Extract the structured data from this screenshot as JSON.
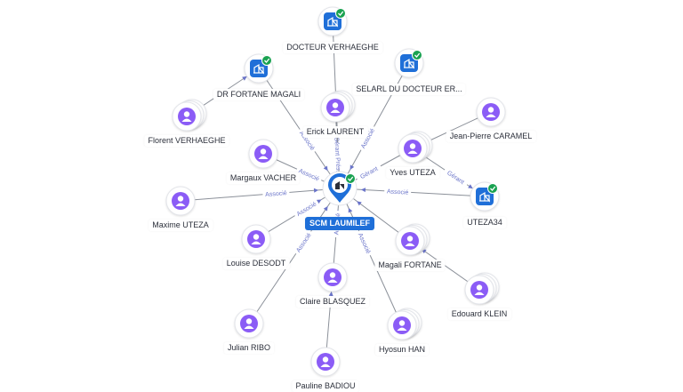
{
  "graph": {
    "center": {
      "id": "c",
      "label": "SCM LAUMILEF",
      "kind": "company",
      "verified": true
    },
    "nodes": [
      {
        "id": "n1",
        "label": "DOCTEUR VERHAEGHE",
        "kind": "company",
        "verified": true
      },
      {
        "id": "n2",
        "label": "DR FORTANE MAGALI",
        "kind": "company",
        "verified": true
      },
      {
        "id": "n3",
        "label": "SELARL DU DOCTEUR ER...",
        "kind": "company",
        "verified": true
      },
      {
        "id": "n4",
        "label": "Erick LAURENT",
        "kind": "person",
        "stack": 3
      },
      {
        "id": "n5",
        "label": "Florent VERHAEGHE",
        "kind": "person",
        "stack": 3
      },
      {
        "id": "n6",
        "label": "Jean-Pierre CARAMEL",
        "kind": "person",
        "stack": 1
      },
      {
        "id": "n7",
        "label": "Margaux VACHER",
        "kind": "person",
        "stack": 1
      },
      {
        "id": "n8",
        "label": "Yves UTEZA",
        "kind": "person",
        "stack": 3
      },
      {
        "id": "n9",
        "label": "Maxime UTEZA",
        "kind": "person",
        "stack": 1
      },
      {
        "id": "n10",
        "label": "UTEZA34",
        "kind": "company",
        "verified": true
      },
      {
        "id": "n11",
        "label": "Louise DESODT",
        "kind": "person",
        "stack": 1
      },
      {
        "id": "n12",
        "label": "Magali FORTANE",
        "kind": "person",
        "stack": 3
      },
      {
        "id": "n13",
        "label": "Claire BLASQUEZ",
        "kind": "person",
        "stack": 1
      },
      {
        "id": "n14",
        "label": "Edouard KLEIN",
        "kind": "person",
        "stack": 3
      },
      {
        "id": "n15",
        "label": "Julian RIBO",
        "kind": "person",
        "stack": 1
      },
      {
        "id": "n16",
        "label": "Hyosun HAN",
        "kind": "person",
        "stack": 3
      },
      {
        "id": "n17",
        "label": "Pauline BADIOU",
        "kind": "person",
        "stack": 1
      }
    ],
    "edges": [
      {
        "from": "n1",
        "to": "c",
        "label": ""
      },
      {
        "from": "n2",
        "to": "c",
        "label": "Associé"
      },
      {
        "from": "n3",
        "to": "c",
        "label": "Associé"
      },
      {
        "from": "n4",
        "to": "c",
        "label": "Gérant Prés..."
      },
      {
        "from": "n5",
        "to": "n2",
        "label": ""
      },
      {
        "from": "n7",
        "to": "c",
        "label": "Associé"
      },
      {
        "from": "n8",
        "to": "c",
        "label": "Gérant"
      },
      {
        "from": "n6",
        "to": "n8",
        "label": ""
      },
      {
        "from": "n8",
        "to": "n10",
        "label": "Gérant"
      },
      {
        "from": "n9",
        "to": "c",
        "label": "Associé"
      },
      {
        "from": "n10",
        "to": "c",
        "label": "Associé"
      },
      {
        "from": "n11",
        "to": "c",
        "label": "Associé"
      },
      {
        "from": "n12",
        "to": "c",
        "label": ""
      },
      {
        "from": "n14",
        "to": "n12",
        "label": ""
      },
      {
        "from": "n13",
        "to": "c",
        "label": "Associé"
      },
      {
        "from": "n15",
        "to": "c",
        "label": "Associé"
      },
      {
        "from": "n16",
        "to": "c",
        "label": "Associé"
      },
      {
        "from": "n17",
        "to": "n13",
        "label": ""
      }
    ],
    "colors": {
      "person": "#8b5cf6",
      "company": "#1f6fd8",
      "verified": "#1aa251",
      "edge": "#8b9099",
      "edge_label": "#6a74c9"
    },
    "icons": {
      "person": "person-icon",
      "company": "building-icon",
      "verified": "check-badge-icon",
      "center": "location-pin-icon"
    }
  }
}
